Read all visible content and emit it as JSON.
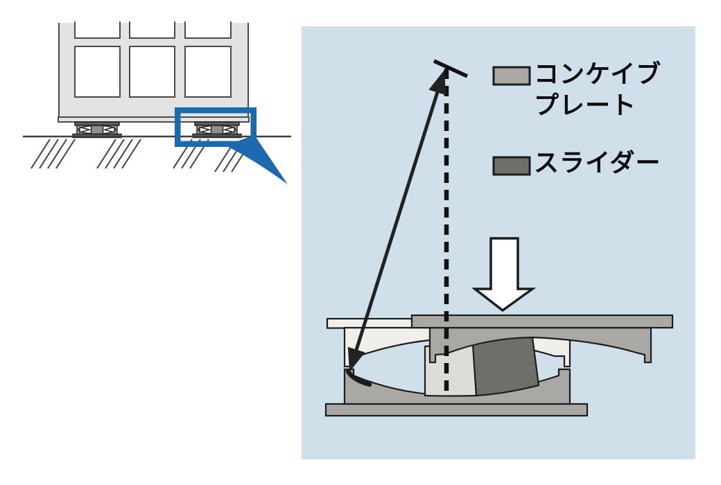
{
  "legend": {
    "concave_plate": {
      "line1": "コンケイブ",
      "line2": "プレート"
    },
    "slider": {
      "label": "スライダー"
    }
  },
  "colors": {
    "page_bg": "#ffffff",
    "panel_bg": "#cfe0eb",
    "concave_plate": "#a9a8a4",
    "slider": "#6f6e6a",
    "ghost_plate": "#f0efec",
    "ghost_slider": "#dcdcd8",
    "building": "#e3e3e1",
    "mini_bearing_plate": "#5f5f5d",
    "mini_bearing_body": "#b2b2ae",
    "mini_bearing_block": "#8f8f8b",
    "callout_blue": "#1a6aad",
    "outline": "#1c1c1c",
    "ground": "#3f3f3f"
  }
}
